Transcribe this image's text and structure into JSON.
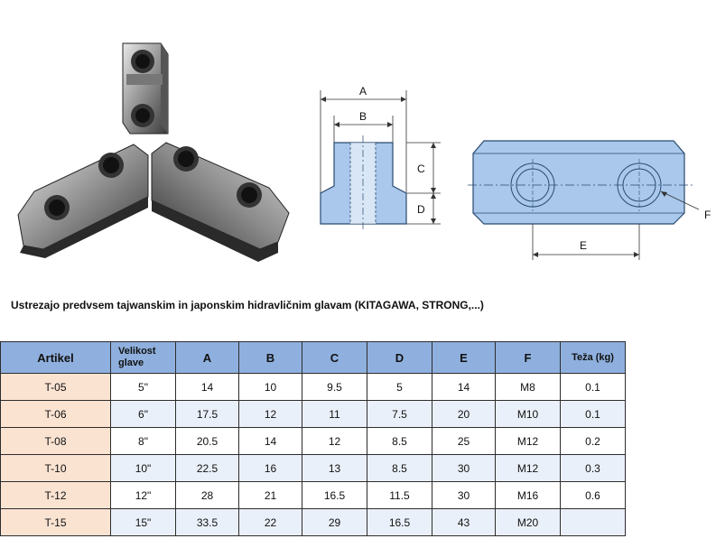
{
  "dimension_labels": {
    "a": "A",
    "b": "B",
    "c": "C",
    "d": "D",
    "e": "E",
    "f": "F"
  },
  "heading": "Ustrezajo predvsem tajwanskim in japonskim hidravličnim glavam (KITAGAWA, STRONG,...)",
  "table": {
    "headers": [
      "Artikel",
      "Velikost glave",
      "A",
      "B",
      "C",
      "D",
      "E",
      "F",
      "Teža (kg)"
    ],
    "rows": [
      [
        "T-05",
        "5\"",
        "14",
        "10",
        "9.5",
        "5",
        "14",
        "M8",
        "0.1"
      ],
      [
        "T-06",
        "6\"",
        "17.5",
        "12",
        "11",
        "7.5",
        "20",
        "M10",
        "0.1"
      ],
      [
        "T-08",
        "8\"",
        "20.5",
        "14",
        "12",
        "8.5",
        "25",
        "M12",
        "0.2"
      ],
      [
        "T-10",
        "10\"",
        "22.5",
        "16",
        "13",
        "8.5",
        "30",
        "M12",
        "0.3"
      ],
      [
        "T-12",
        "12\"",
        "28",
        "21",
        "16.5",
        "11.5",
        "30",
        "M16",
        "0.6"
      ],
      [
        "T-15",
        "15\"",
        "33.5",
        "22",
        "29",
        "16.5",
        "43",
        "M20",
        ""
      ]
    ]
  },
  "colors": {
    "header_bg": "#8fb0de",
    "artikel_bg": "#fbe3d2",
    "even_row_bg": "#eaf0f9",
    "drawing_fill": "#a9c8eb"
  }
}
